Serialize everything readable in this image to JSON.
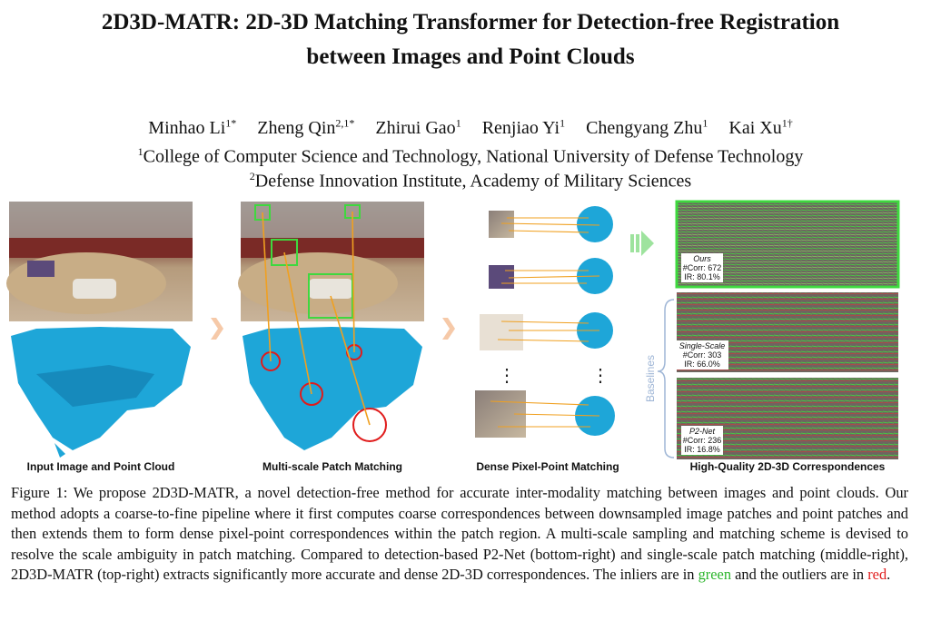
{
  "title_line1": "2D3D-MATR: 2D-3D Matching Transformer for Detection-free Registration",
  "title_line2": "between Images and Point Clouds",
  "authors": [
    {
      "name": "Minhao Li",
      "sup": "1*"
    },
    {
      "name": "Zheng Qin",
      "sup": "2,1*"
    },
    {
      "name": "Zhirui Gao",
      "sup": "1"
    },
    {
      "name": "Renjiao Yi",
      "sup": "1"
    },
    {
      "name": "Chengyang Zhu",
      "sup": "1"
    },
    {
      "name": "Kai Xu",
      "sup": "1†"
    }
  ],
  "affiliations": [
    {
      "sup": "1",
      "text": "College of Computer Science and Technology, National University of Defense Technology"
    },
    {
      "sup": "2",
      "text": "Defense Innovation Institute, Academy of Military Sciences"
    }
  ],
  "figure": {
    "panel_labels": [
      "Input Image and Point Cloud",
      "Multi-scale Patch Matching",
      "Dense Pixel-Point Matching",
      "High-Quality 2D-3D Correspondences"
    ],
    "baselines_label": "Baselines",
    "results": [
      {
        "method": "Ours",
        "corr": "#Corr: 672",
        "ir": "IR: 80.1%"
      },
      {
        "method": "Single-Scale",
        "corr": "#Corr: 303",
        "ir": "IR: 66.0%"
      },
      {
        "method": "P2-Net",
        "corr": "#Corr: 236",
        "ir": "IR: 16.8%"
      }
    ],
    "dots": "⋮"
  },
  "caption": {
    "prefix": "Figure 1: We propose 2D3D-MATR, a novel detection-free method for accurate inter-modality matching between images and point clouds. Our method adopts a coarse-to-fine pipeline where it first computes coarse correspondences between downsampled image patches and point patches and then extends them to form dense pixel-point correspondences within the patch region. A multi-scale sampling and matching scheme is devised to resolve the scale ambiguity in patch matching. Compared to detection-based P2-Net (bottom-right) and single-scale patch matching (middle-right), 2D3D-MATR (top-right) extracts significantly more accurate and dense 2D-3D correspondences. The inliers are in ",
    "green_word": "green",
    "middle": " and the outliers are in ",
    "red_word": "red",
    "suffix": "."
  },
  "colors": {
    "inlier": "#2bb52b",
    "outlier": "#e01b1b",
    "pointcloud": "#1ea6d8",
    "arrow": "#f6c9a8",
    "baseline_brace": "#9fb6d6"
  }
}
